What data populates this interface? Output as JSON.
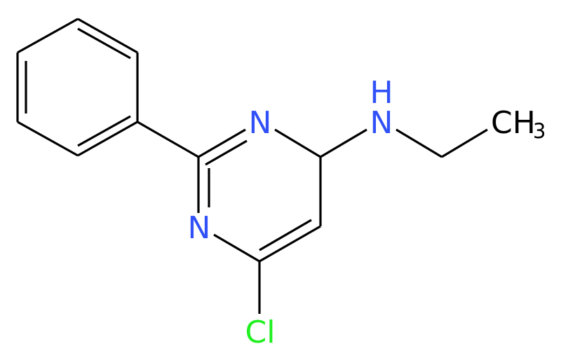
{
  "colors": {
    "bond": "#000000",
    "nitrogen": "#3050F8",
    "chlorine": "#1FF01F",
    "carbon_label": "#000000",
    "background": "#FFFFFF"
  },
  "atoms": {
    "n_top": "N",
    "n_bottom": "N",
    "n_amine": "N",
    "amine_h": "H",
    "cl": "Cl",
    "ch3_main": "CH",
    "ch3_sub": "3"
  }
}
